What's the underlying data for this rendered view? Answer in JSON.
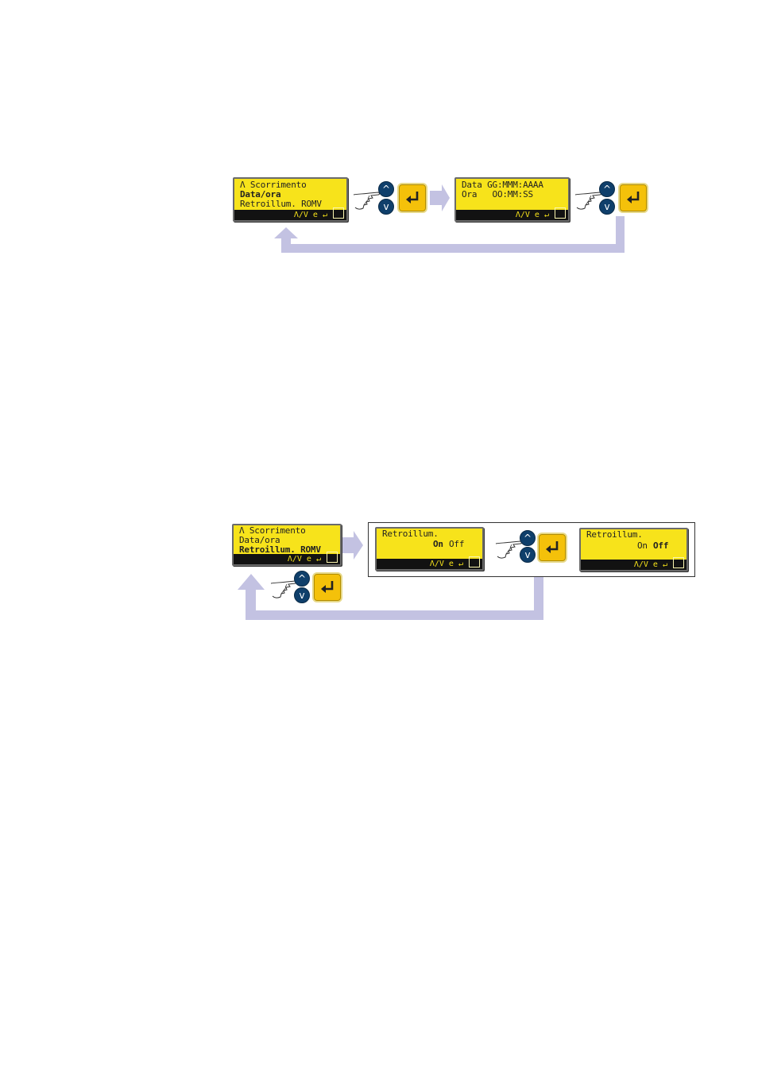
{
  "colors": {
    "lcd_background": "#f7e31b",
    "lcd_status_bar": "#121212",
    "flow_arrow": "#c3c2e2",
    "nav_button": "#0f3f6b",
    "enter_button": "#f4c10a"
  },
  "diagram1": {
    "menu_screen": {
      "line1": "Λ Scorrimento",
      "line2": "Data/ora",
      "line3": "Retroillum. ROMV",
      "hint": "Λ/V e ↵"
    },
    "datetime_screen": {
      "line1": "Data GG:MMM:AAAA",
      "line2": "Ora   OO:MM:SS",
      "hint": "Λ/V e ↵"
    }
  },
  "diagram2": {
    "menu_screen": {
      "line1": "Λ Scorrimento",
      "line2": "Data/ora",
      "line3": "Retroillum. ROMV",
      "hint": "Λ/V e ↵"
    },
    "backlight_on_screen": {
      "line1": "Retroillum.",
      "on_label": "On",
      "off_label": "Off",
      "hint": "Λ/V e ↵"
    },
    "backlight_off_screen": {
      "line1": "Retroillum.",
      "on_label": "On",
      "off_label": "Off",
      "hint": "Λ/V e ↵"
    }
  },
  "icons": {
    "up": "chevron-up-icon",
    "down": "chevron-down-icon",
    "enter": "enter-icon",
    "hand": "pointing-hand-icon",
    "flow": "flow-arrow-icon"
  }
}
